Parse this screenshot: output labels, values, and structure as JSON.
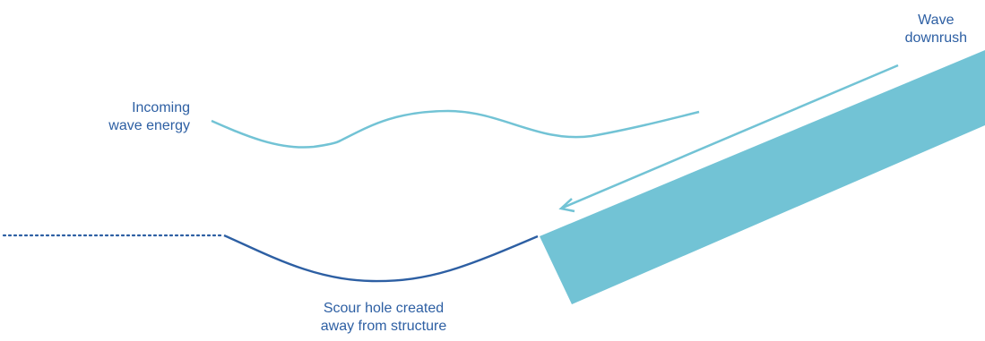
{
  "labels": {
    "incoming_wave": {
      "line1": "Incoming",
      "line2": "wave energy"
    },
    "wave_downrush": {
      "line1": "Wave",
      "line2": "downrush"
    },
    "scour_hole": {
      "line1": "Scour hole created",
      "line2": "away from structure"
    }
  },
  "colors": {
    "structure": "#72c3d5",
    "wave_line": "#72c3d5",
    "downrush_arrow": "#72c3d5",
    "seabed_line": "#2d5fa3",
    "text": "#2d5fa3"
  }
}
